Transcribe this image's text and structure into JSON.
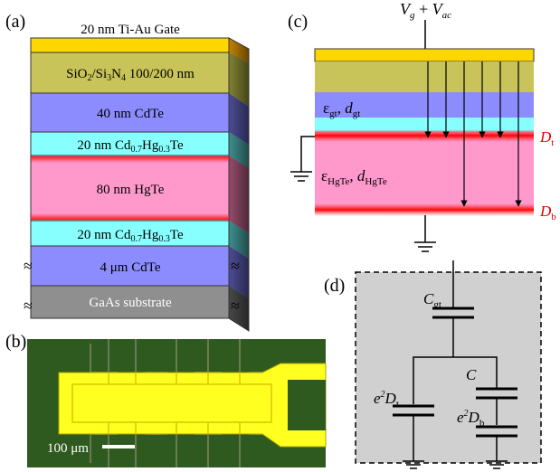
{
  "panels": {
    "a": "(a)",
    "b": "(b)",
    "c": "(c)",
    "d": "(d)"
  },
  "stack": {
    "gate_label": "20 nm Ti-Au Gate",
    "dielectric": {
      "base1": "SiO",
      "sub1": "2",
      "mid": "/Si",
      "base2": "N",
      "sub2": "4",
      "tail": " 100/200 nm"
    },
    "cdte_40": "40 nm CdTe",
    "barrier_top": {
      "prefix": "20 nm Cd",
      "s1": "0.7",
      "mid": "Hg",
      "s2": "0.3",
      "suffix": "Te"
    },
    "hgte": "80 nm HgTe",
    "barrier_bottom": {
      "prefix": "20 nm Cd",
      "s1": "0.7",
      "mid": "Hg",
      "s2": "0.3",
      "suffix": "Te"
    },
    "cdte_4um": "4 μm CdTe",
    "substrate": "GaAs substrate",
    "break_mark": "≈",
    "colors": {
      "gate": "#ffd700",
      "dielectric": "#c9c459",
      "cdte": "#8c8cff",
      "barrier": "#88ffff",
      "hgte": "#ff99cc",
      "hgte_edge": "#ff2020",
      "substrate": "#8f8f8f"
    }
  },
  "micrograph": {
    "scale_label": "100 μm",
    "colors": {
      "background": "#2f5a1f",
      "metal": "#ffff20"
    }
  },
  "capacitor_model": {
    "voltage": {
      "v1": "V",
      "s1": "g",
      "plus": " + ",
      "v2": "V",
      "s2": "ac"
    },
    "eps_gt": {
      "eps": "ε",
      "s1": "gt",
      "comma": ", ",
      "d": "d",
      "s2": "gt"
    },
    "eps_hgte": {
      "eps": "ε",
      "s1": "HgTe",
      "comma": ", ",
      "d": "d",
      "s2": "HgTe"
    },
    "D_top": {
      "D": "D",
      "s": "t"
    },
    "D_bottom": {
      "D": "D",
      "s": "b"
    }
  },
  "circuit": {
    "C_gt": {
      "C": "C",
      "s": "gt"
    },
    "C": "C",
    "e2Dt": {
      "e": "e",
      "sup": "2",
      "D": "D",
      "s": "t"
    },
    "e2Db": {
      "e": "e",
      "sup": "2",
      "D": "D",
      "s": "b"
    },
    "colors": {
      "box": "#d0d0d0"
    }
  }
}
